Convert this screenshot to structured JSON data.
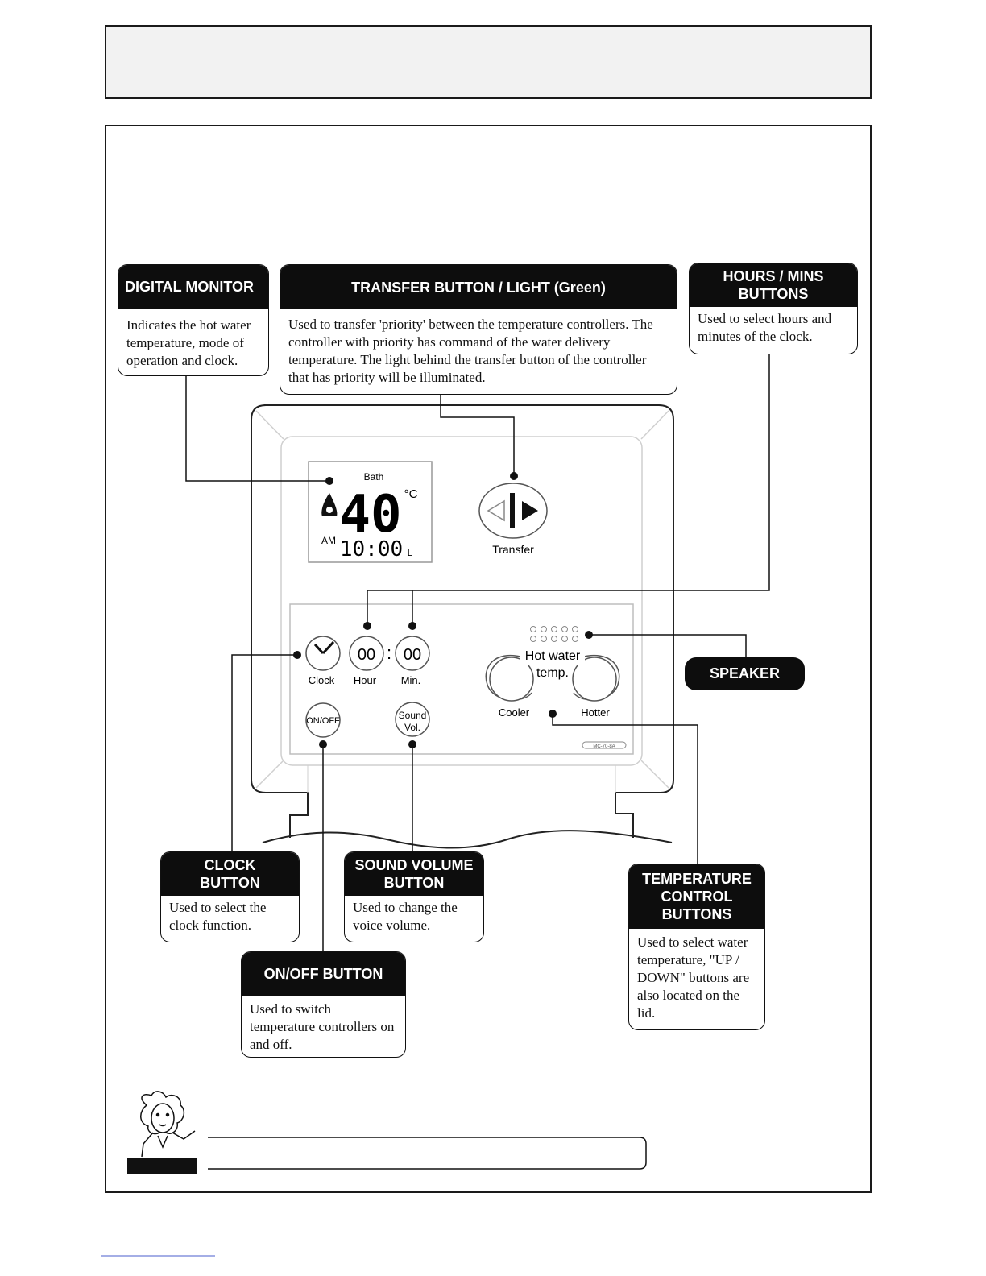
{
  "callouts": {
    "digital_monitor": {
      "title": "DIGITAL MONITOR",
      "text": "Indicates the hot water temperature, mode of operation and clock."
    },
    "transfer": {
      "title": "TRANSFER BUTTON / LIGHT (Green)",
      "text": "Used to transfer 'priority' between the temperature controllers. The controller with priority has command of the water delivery temperature.  The light behind the transfer button of the controller that has priority will be illuminated."
    },
    "hours_mins": {
      "title": "HOURS / MINS BUTTONS",
      "text": "Used to select hours and minutes of the clock."
    },
    "speaker": {
      "title": "SPEAKER"
    },
    "clock_button": {
      "title": "CLOCK BUTTON",
      "text": "Used to select the clock function."
    },
    "sound_volume": {
      "title": "SOUND VOLUME BUTTON",
      "text": "Used to change the voice volume."
    },
    "temperature_control": {
      "title": "TEMPERATURE CONTROL BUTTONS",
      "text": "Used to select water temperature, \"UP / DOWN\" buttons are also located on the lid."
    },
    "on_off": {
      "title": "ON/OFF BUTTON",
      "text": "Used to switch temperature controllers on and off."
    }
  },
  "controller": {
    "display": {
      "mode": "Bath",
      "temperature": "40",
      "unit": "°C",
      "ampm": "AM",
      "clock": "10:00",
      "suffix": "L"
    },
    "transfer_label": "Transfer",
    "clock_label": "Clock",
    "hour_value": "00",
    "hour_label": "Hour",
    "min_value": "00",
    "min_label": "Min.",
    "onoff_label": "ON/OFF",
    "sound_label_1": "Sound",
    "sound_label_2": "Vol.",
    "hot_water_1": "Hot water",
    "hot_water_2": "temp.",
    "cooler_label": "Cooler",
    "hotter_label": "Hotter",
    "model": "MC-70-8A"
  }
}
